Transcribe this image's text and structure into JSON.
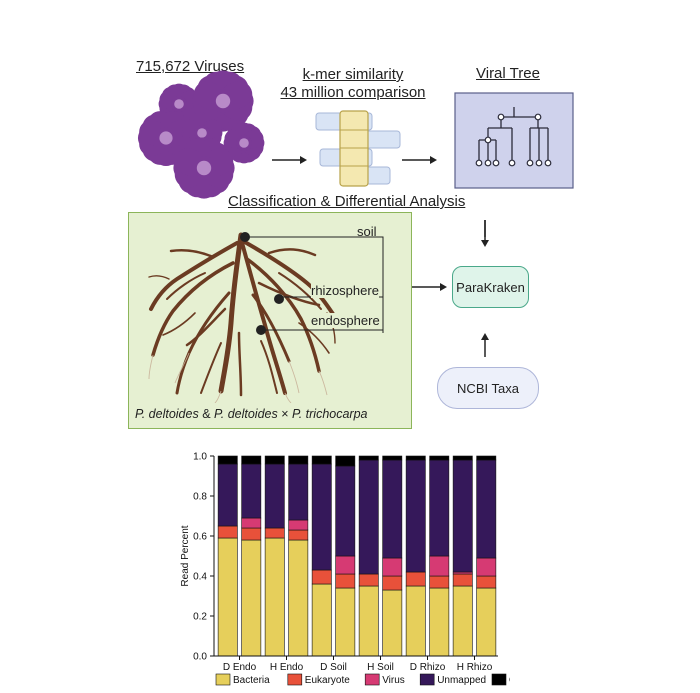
{
  "headers": {
    "viruses": "715,672 Viruses",
    "kmer_line1": "k-mer similarity",
    "kmer_line2": "43 million comparison",
    "viral_tree": "Viral Tree",
    "classification": "Classification & Differential Analysis"
  },
  "root_labels": {
    "soil": "soil",
    "rhizosphere": "rhizosphere",
    "endosphere": "endosphere"
  },
  "species_caption": {
    "a": "P. deltoides",
    "amp": " & ",
    "b": "P. deltoides",
    "times": " × ",
    "c": "P. trichocarpa"
  },
  "boxes": {
    "parakraken": "ParaKraken",
    "ncbi": "NCBI Taxa"
  },
  "colors": {
    "virus": "#7b3a96",
    "panel_green": "#e6f0d2",
    "panel_green_border": "#8cb55a",
    "tree_panel": "#cfd2ec",
    "tree_border": "#5a5f8a",
    "root": "#6b3b22",
    "parakraken_fill": "#dff4ea",
    "parakraken_border": "#4aa88a",
    "ncbi_fill": "#edf0fa",
    "ncbi_border": "#aeb6d9"
  },
  "chart_data": {
    "type": "bar",
    "stacked": true,
    "ylabel": "Read Percent",
    "ylim": [
      0,
      1.0
    ],
    "yticks": [
      "0.0",
      "0.2",
      "0.4",
      "0.6",
      "0.8",
      "1.0"
    ],
    "xtick_labels": [
      "D Endo",
      "H Endo",
      "D Soil",
      "H Soil",
      "D Rhizo",
      "H Rhizo"
    ],
    "legend_position": "bottom",
    "series": [
      {
        "name": "Bacteria",
        "color": "#e6cf5b",
        "values": [
          0.59,
          0.58,
          0.59,
          0.58,
          0.36,
          0.34,
          0.35,
          0.33,
          0.35,
          0.34,
          0.35,
          0.34
        ]
      },
      {
        "name": "Eukaryote",
        "color": "#e8513a",
        "values": [
          0.06,
          0.06,
          0.05,
          0.05,
          0.07,
          0.07,
          0.06,
          0.07,
          0.07,
          0.06,
          0.06,
          0.06
        ]
      },
      {
        "name": "Virus",
        "color": "#d63a73",
        "values": [
          0.0,
          0.05,
          0.0,
          0.05,
          0.0,
          0.09,
          0.0,
          0.09,
          0.0,
          0.1,
          0.01,
          0.09
        ]
      },
      {
        "name": "Unmapped",
        "color": "#35185a",
        "values": [
          0.31,
          0.27,
          0.32,
          0.28,
          0.53,
          0.45,
          0.57,
          0.49,
          0.56,
          0.48,
          0.56,
          0.49
        ]
      },
      {
        "name": "Other",
        "color": "#000000",
        "values": [
          0.04,
          0.04,
          0.04,
          0.04,
          0.04,
          0.05,
          0.02,
          0.02,
          0.02,
          0.02,
          0.02,
          0.02
        ]
      }
    ]
  }
}
